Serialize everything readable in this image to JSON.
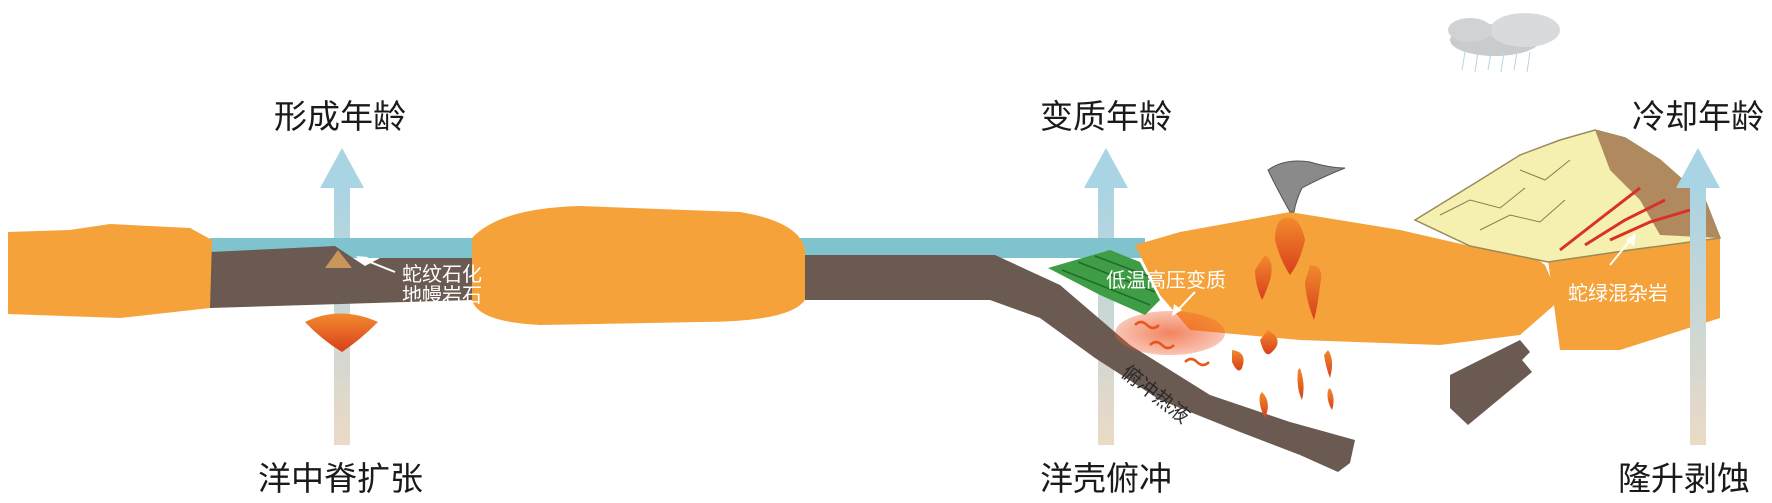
{
  "top_labels": {
    "formation_age": "形成年龄",
    "metamorphic_age": "变质年龄",
    "cooling_age": "冷却年龄"
  },
  "bottom_labels": {
    "mid_ocean_ridge_spreading": "洋中脊扩张",
    "oceanic_crust_subduction": "洋壳俯冲",
    "uplift_exhumation": "隆升剥蚀"
  },
  "annotations": {
    "serpentinized_line1": "蛇纹石化",
    "serpentinized_line2": "地幔岩石",
    "lt_hp_metamorphism": "低温高压变质",
    "subduction_fluids": "俯冲热液",
    "ophiolitic_melange": "蛇绿混杂岩"
  },
  "colors": {
    "crust_orange": "#F5A23A",
    "mantle_brown": "#6B5A52",
    "ocean_blue": "#7FC3CE",
    "arrow_gradient_top": "#A9D4E4",
    "arrow_gradient_bottom": "#EBDAC6",
    "magma_red": "#E8561C",
    "green_melange": "#3F9E45",
    "mountain_yellow": "#F6F0B0",
    "mountain_brown": "#B08A5E"
  }
}
